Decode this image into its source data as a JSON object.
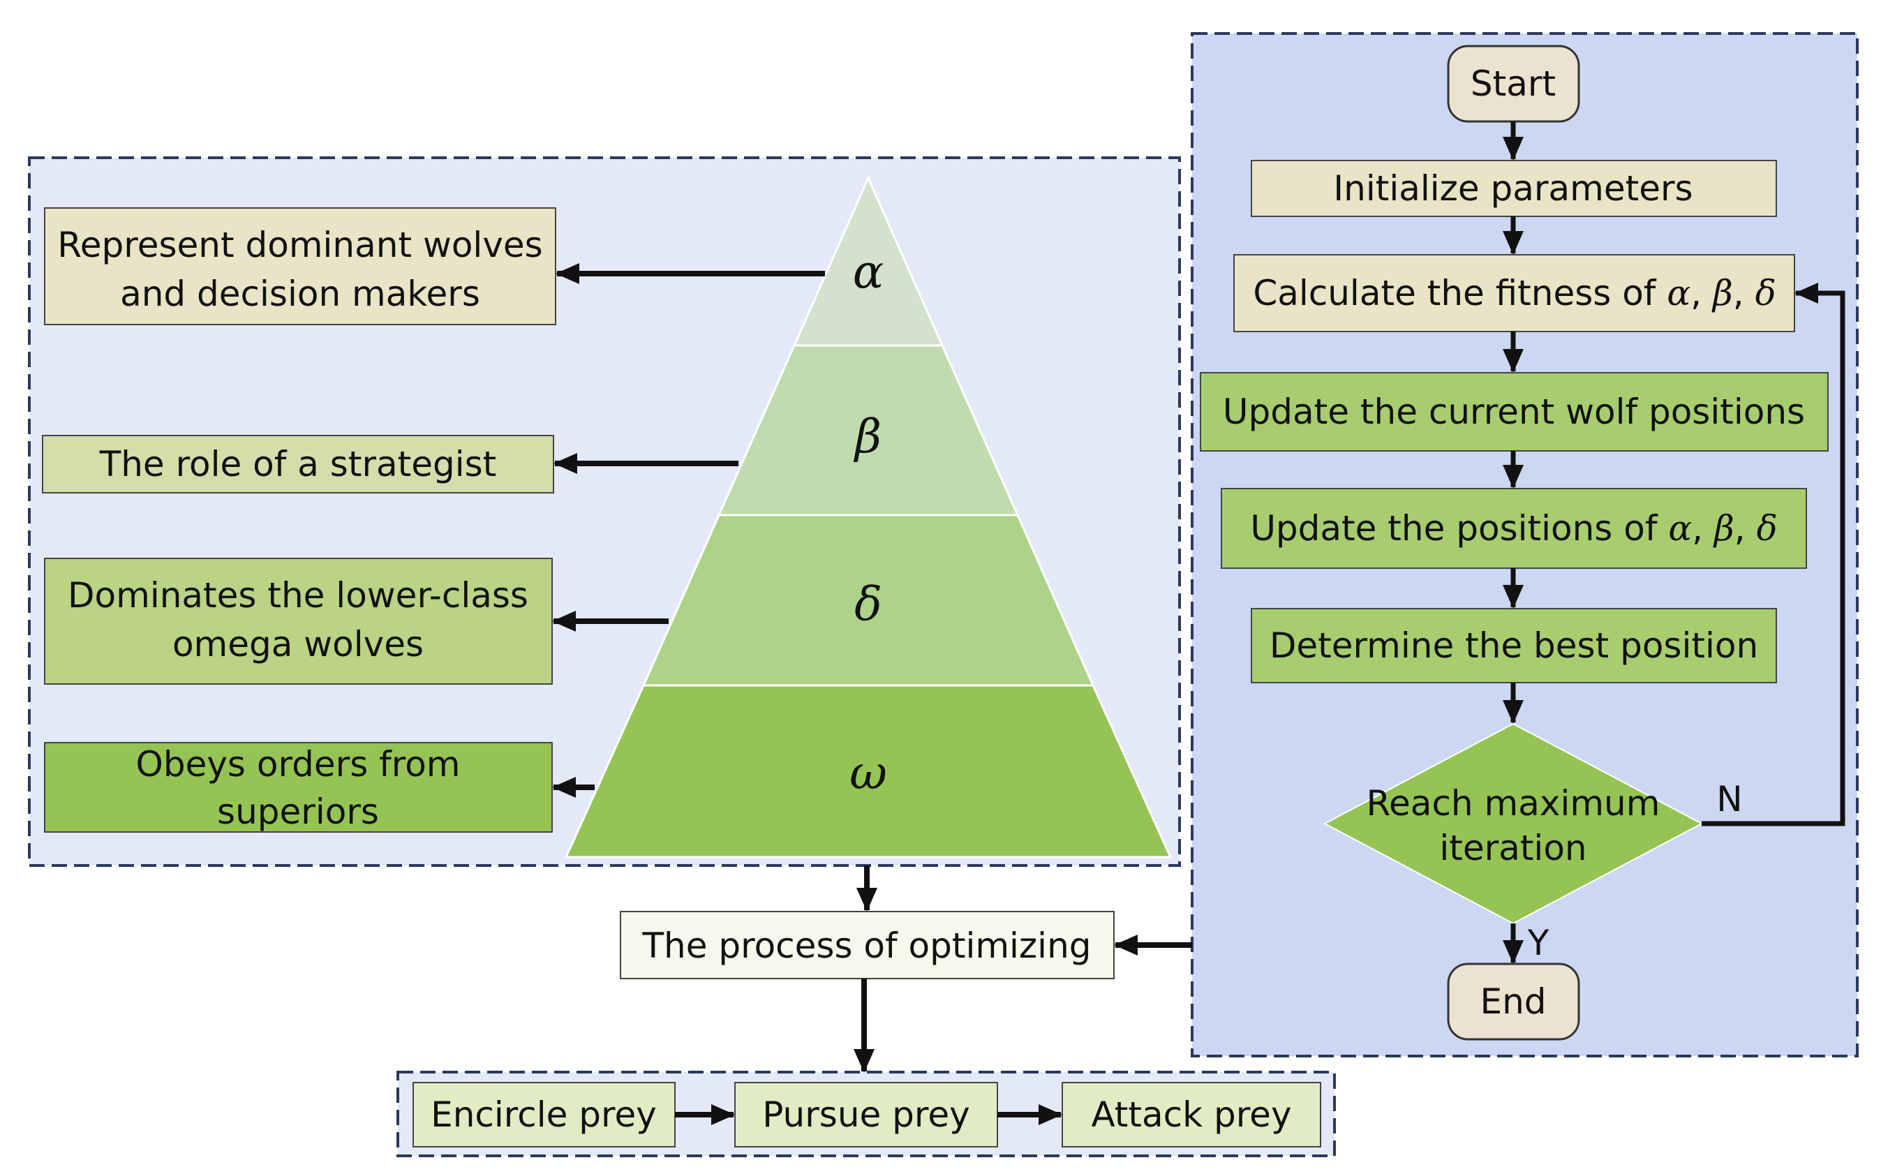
{
  "pyramid": {
    "levels": [
      {
        "symbol": "α",
        "role_lines": [
          "Represent dominant wolves",
          "and decision makers"
        ]
      },
      {
        "symbol": "β",
        "role_lines": [
          "The role of a strategist"
        ]
      },
      {
        "symbol": "δ",
        "role_lines": [
          "Dominates the lower-class",
          "omega wolves"
        ]
      },
      {
        "symbol": "ω",
        "role_lines": [
          "Obeys orders from",
          "superiors"
        ]
      }
    ]
  },
  "process_label": "The process of optimizing",
  "hunting_steps": [
    "Encircle prey",
    "Pursue prey",
    "Attack prey"
  ],
  "flowchart": {
    "start": "Start",
    "init": "Initialize parameters",
    "calc_prefix": "Calculate the fitness of ",
    "update_wolves": "Update the current wolf positions",
    "update_prefix": "Update the positions of ",
    "greek_list": [
      "α",
      "β",
      "δ"
    ],
    "best": "Determine the best position",
    "decision_lines": [
      "Reach maximum",
      "iteration"
    ],
    "no_label": "N",
    "yes_label": "Y",
    "end": "End"
  },
  "colors": {
    "panel_left": "#e4e9f8",
    "panel_right": "#ccd7f3",
    "beige_box": "#e8e4c5",
    "level_alpha": "#d2e2cc",
    "level_beta": "#c0dbad",
    "level_delta": "#add388",
    "level_omega": "#95c455",
    "box_beta": "#d3deaa",
    "box_delta": "#bad384",
    "box_omega": "#95c455",
    "flow_green": "#a8cd6f",
    "terminal": "#ece2d0",
    "decision": "#95c455",
    "process_box": "#f5f8ea",
    "hunt_box": "#e2ecc4"
  }
}
